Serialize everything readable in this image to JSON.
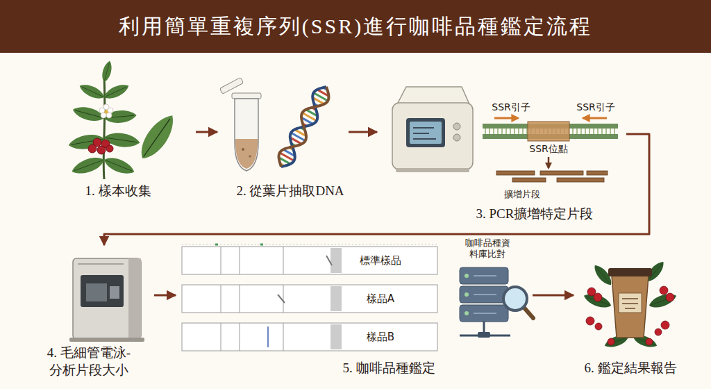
{
  "diagram": {
    "title": "利用簡單重複序列(SSR)進行咖啡品種鑑定流程",
    "nodes": [
      {
        "text": [
          "1. 樣本收集"
        ]
      },
      {
        "text": [
          "2. 從葉片抽取DNA"
        ]
      },
      {
        "text": [
          "3. PCR擴增特定片段"
        ]
      },
      {
        "text": [
          "4. 毛細管電泳- 分析片段大小"
        ]
      },
      {
        "text": [
          "5. 咖啡品種鑑定"
        ]
      },
      {
        "text": [
          "6. 鑑定結果報告"
        ]
      }
    ],
    "edges": [
      {
        "from": 0,
        "to": 1,
        "arrow": "to"
      },
      {
        "from": 1,
        "to": 2,
        "arrow": "to"
      },
      {
        "from": 2,
        "to": 3,
        "arrow": "to"
      },
      {
        "from": 3,
        "to": 4,
        "arrow": "to"
      },
      {
        "from": 4,
        "to": 5,
        "arrow": "to"
      }
    ],
    "labels": [
      "SSR引子",
      "SSR引子",
      "SSR位點",
      "擴增片段",
      "標準樣品",
      "樣品A",
      "樣品B",
      "咖啡品種資料庫比對"
    ]
  }
}
